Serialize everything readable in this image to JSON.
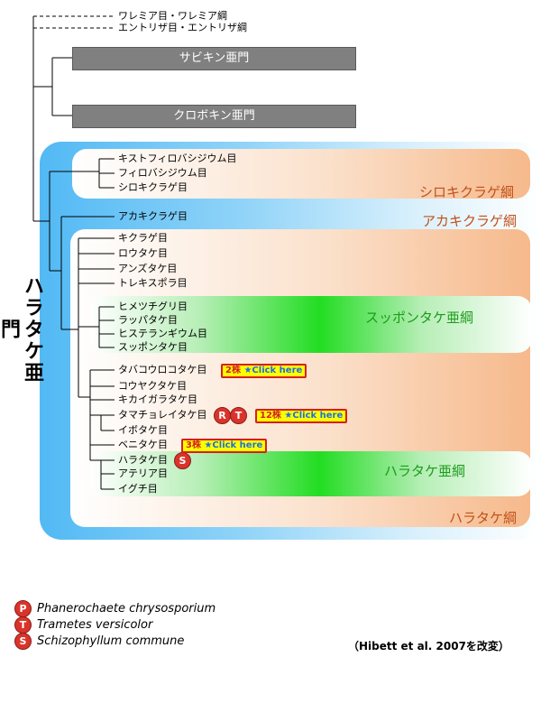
{
  "top_taxa": [
    {
      "label": "ワレミア目・ワレミア綱"
    },
    {
      "label": "エントリザ目・エントリザ綱"
    }
  ],
  "gray_bars": [
    {
      "label": "サビキン亜門"
    },
    {
      "label": "クロボキン亜門"
    }
  ],
  "subphylum_label": "ハラタケ亜門",
  "groups": {
    "shirokikurage": {
      "name": "シロキクラゲ綱",
      "orders": [
        "キストフィロバシジウム目",
        "フィロバシジウム目",
        "シロキクラゲ目"
      ]
    },
    "akakikurage": {
      "name": "アカキクラゲ綱",
      "orders": [
        "アカキクラゲ目"
      ]
    },
    "haratake_class": {
      "name": "ハラタケ綱",
      "orders_top": [
        "キクラゲ目",
        "ロウタケ目",
        "アンズタケ目",
        "トレキスポラ目"
      ],
      "suppontake": {
        "name": "スッポンタケ亜綱",
        "orders": [
          "ヒメツチグリ目",
          "ラッパタケ目",
          "ヒステランギウム目",
          "スッポンタケ目"
        ]
      },
      "orders_mid": [
        "タバコウロコタケ目",
        "コウヤクタケ目",
        "キカイガラタケ目",
        "タマチョレイタケ目",
        "イボタケ目",
        "ベニタケ目"
      ],
      "haratake_subclass": {
        "name": "ハラタケ亜綱",
        "orders": [
          "ハラタケ目",
          "アテリア目",
          "イグチ目"
        ]
      }
    }
  },
  "click_buttons": [
    {
      "count": "2株",
      "star": "★",
      "text": "Click here"
    },
    {
      "count": "12株",
      "star": "★",
      "text": "Click here"
    },
    {
      "count": "3株",
      "star": "★",
      "text": "Click here"
    }
  ],
  "badges": {
    "P": "P",
    "R": "R",
    "T": "T",
    "S": "S"
  },
  "legend": [
    {
      "letter": "P",
      "species": "Phanerochaete chrysosporium"
    },
    {
      "letter": "T",
      "species": "Trametes versicolor"
    },
    {
      "letter": "S",
      "species": "Schizophyllum commune"
    }
  ],
  "citation": "（Hibett et al. 2007を改変）",
  "colors": {
    "badge": "#d9342b",
    "orange_label": "#c0501a",
    "green_label": "#1a9c1a",
    "button_fill": "#ffff00",
    "button_border": "#d42020"
  }
}
